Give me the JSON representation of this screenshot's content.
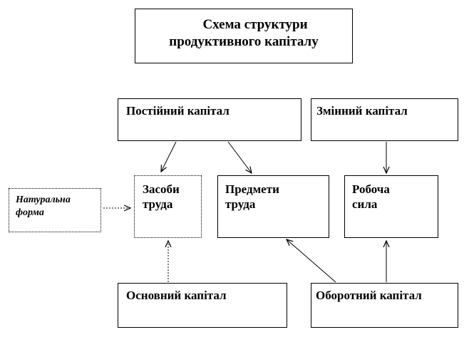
{
  "title": {
    "line1": "Схема структури",
    "line2": "продуктивного  капіталу"
  },
  "nodes": {
    "constant_capital": "Постійний капітал",
    "variable_capital": "Змінний капітал",
    "means_of_labor": {
      "line1": "Засоби",
      "line2": "труда"
    },
    "objects_of_labor": {
      "line1": "Предмети",
      "line2": "труда"
    },
    "workforce": {
      "line1": "Робоча",
      "line2": "сила"
    },
    "natural_form": {
      "line1": "Натуральна",
      "line2": "форма"
    },
    "fixed_capital": "Основний капітал",
    "working_capital": "Оборотний капітал"
  }
}
